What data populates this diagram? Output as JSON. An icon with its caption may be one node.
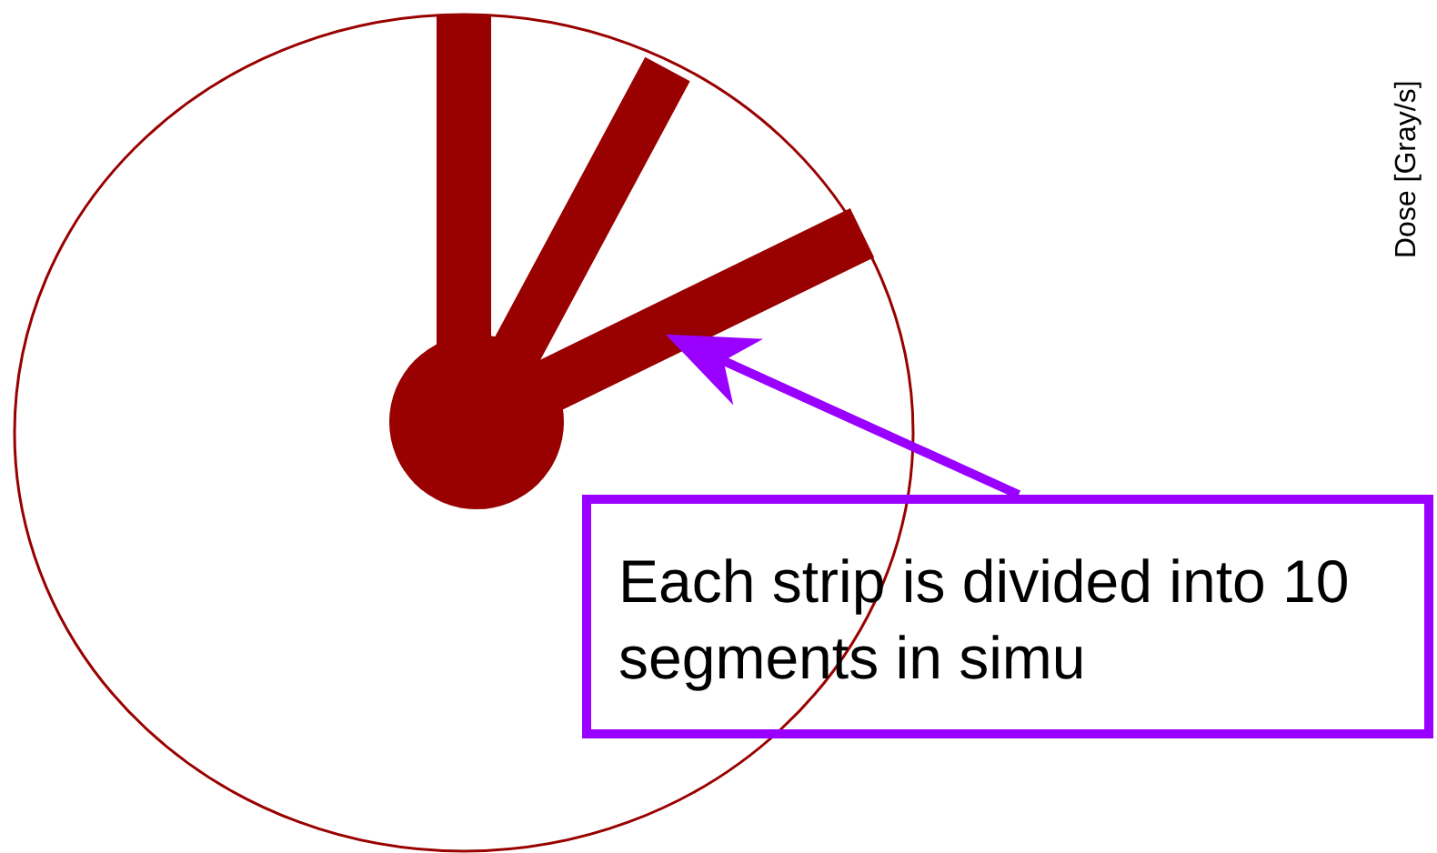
{
  "diagram": {
    "nodes": [
      {
        "text": [
          "Each strip is divided into 10 segments in simu"
        ]
      },
      {
        "text": [],
        "shape": "bar"
      }
    ],
    "edges": [
      {
        "from": 0,
        "to": 1,
        "arrow": "to"
      }
    ],
    "labels": [
      "Dose [Gray/s]"
    ]
  }
}
